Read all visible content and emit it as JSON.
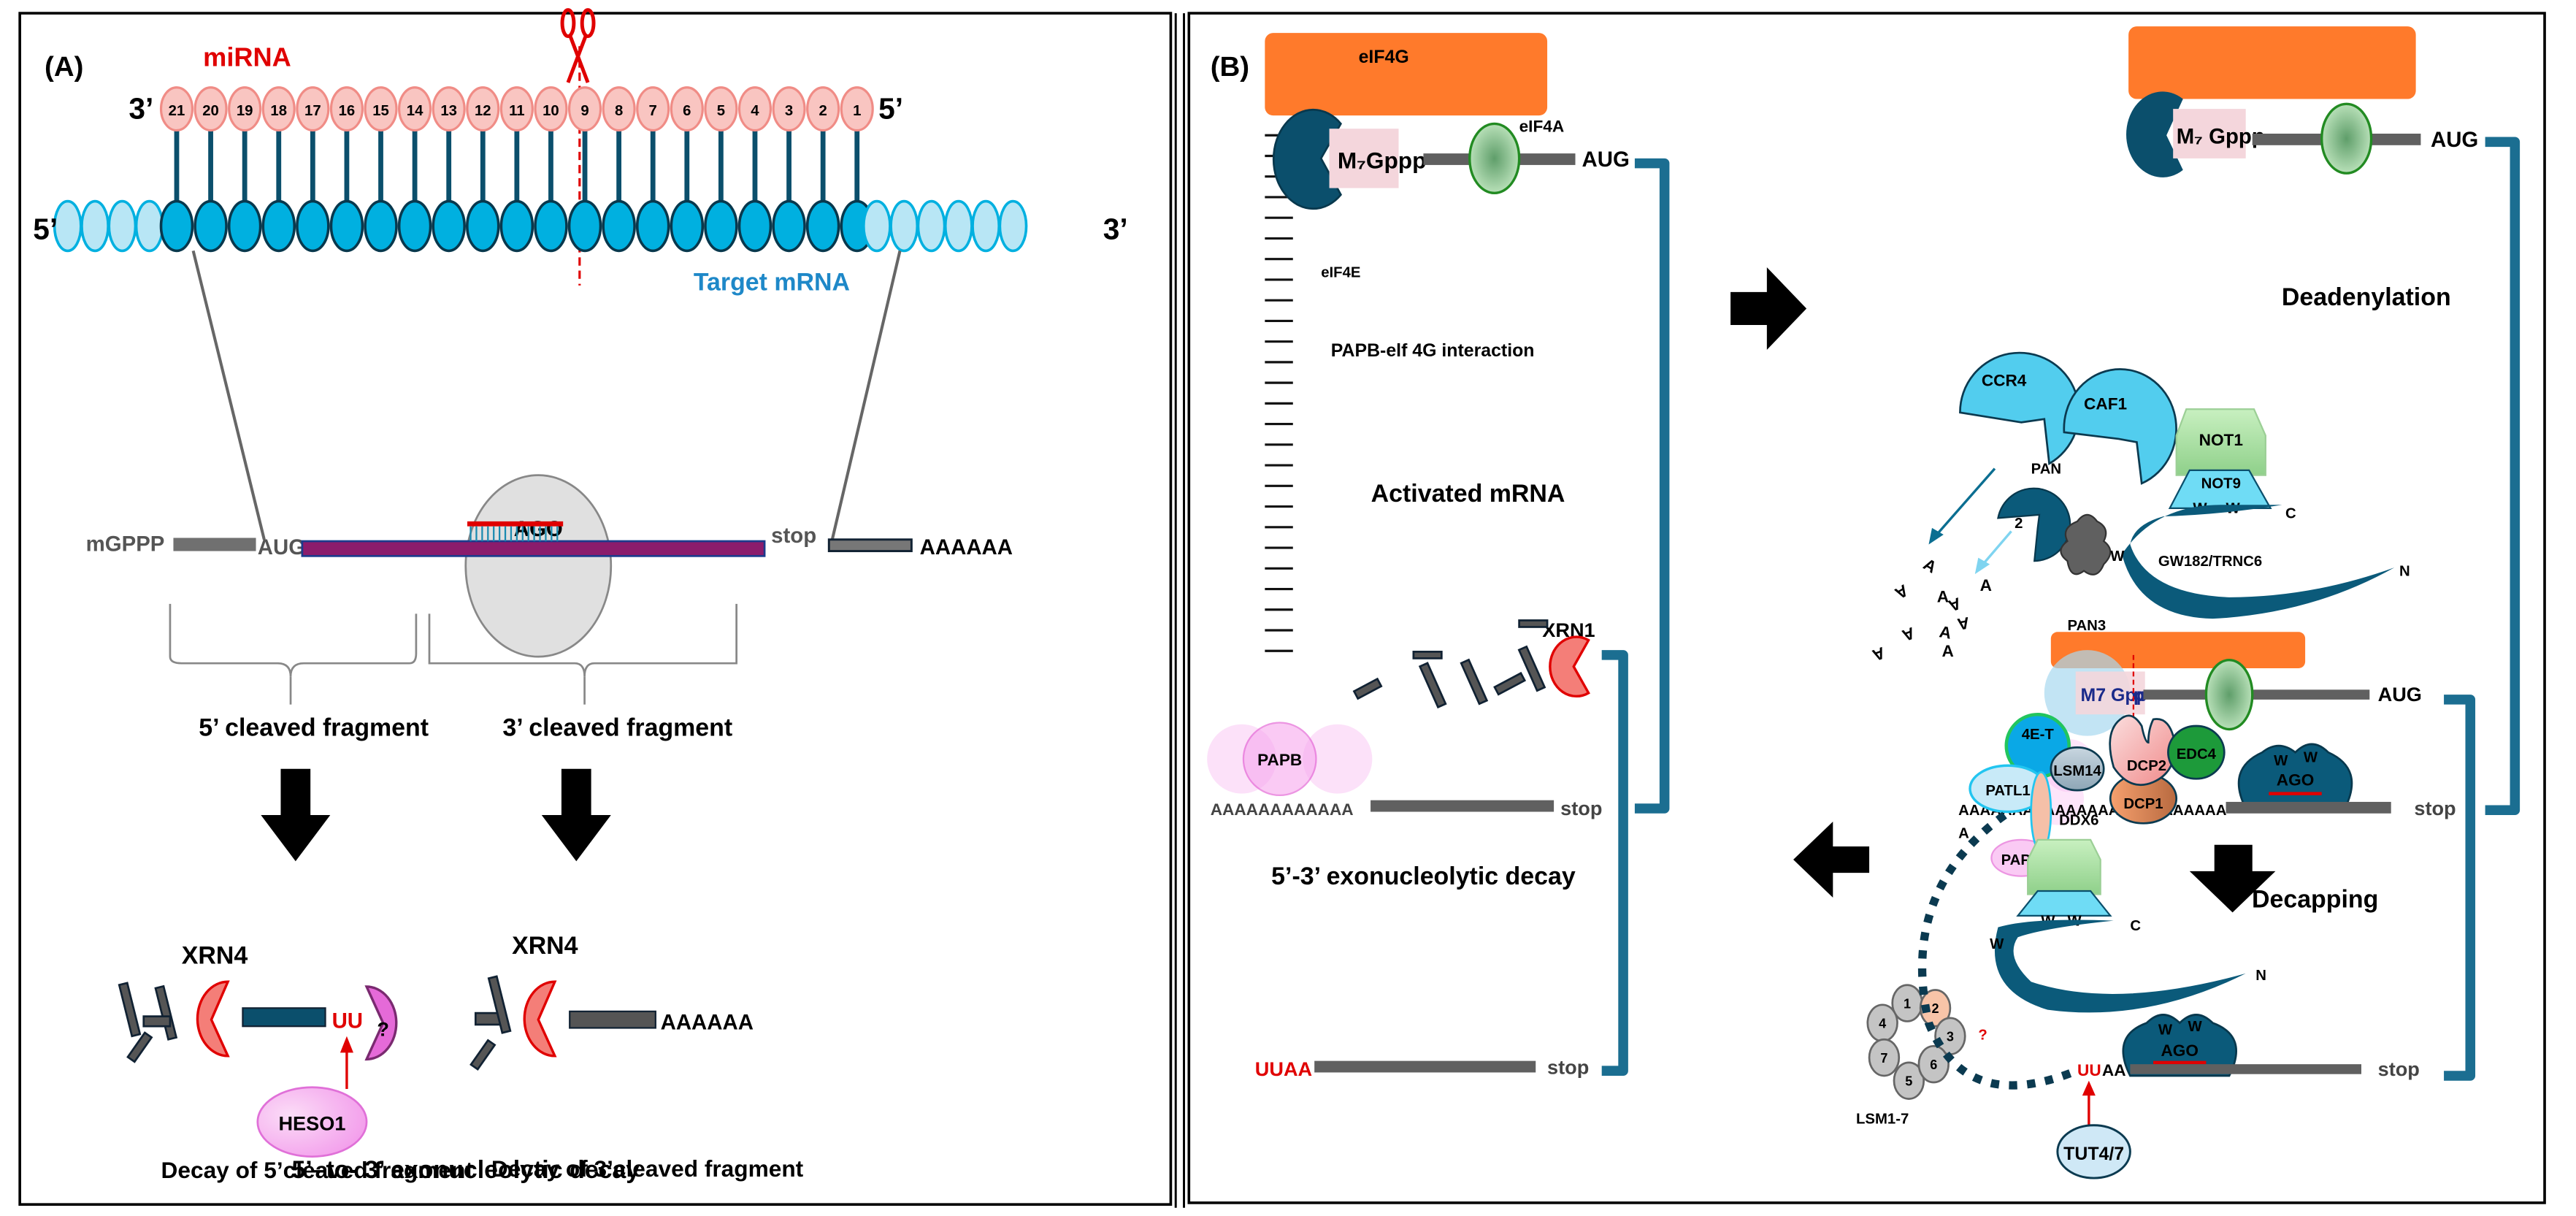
{
  "panelA": {
    "label": "(A)",
    "mirna_label": "miRNA",
    "mirna_3prime": "3’",
    "mirna_5prime": "5’",
    "mirna_positions": [
      "21",
      "20",
      "19",
      "18",
      "17",
      "16",
      "15",
      "14",
      "13",
      "12",
      "11",
      "10",
      "9",
      "8",
      "7",
      "6",
      "5",
      "4",
      "3",
      "2",
      "1"
    ],
    "target_5prime": "5’",
    "target_3prime": "3’",
    "target_label": "Target mRNA",
    "ago_label": "AGO",
    "cap_label": "mGPPP",
    "aug_label": "AUG",
    "stop_label": "stop",
    "polya_label": "AAAAAA",
    "fragment5_label": "5’ cleaved fragment",
    "fragment3_label": "3’ cleaved fragment",
    "xrn4_left": "XRN4",
    "xrn4_right": "XRN4",
    "uu_label": "UU",
    "unknown_label": "?",
    "heso1_label": "HESO1",
    "polya_right": "AAAAAA",
    "decay5_label": "Decay of 5’cleaved fragment",
    "decay3_label": "Decay of 3’cleaved fragment",
    "footer": "5’–to- 3’ exonucleolytic decay"
  },
  "panelB": {
    "label": "(B)",
    "activated": {
      "eif4g": "eIF4G",
      "eif4a": "eIF4A",
      "eif4e": "eIF4E",
      "cap": "M₇Gppp",
      "aug": "AUG",
      "interaction": "PAPB-elf 4G interaction",
      "title": "Activated mRNA",
      "papb": "PAPB",
      "polya": "AAAAAAAAAAAA",
      "stop": "stop"
    },
    "deadenylation": {
      "cap": "M₇ Gppp",
      "aug": "AUG",
      "ccr4": "CCR4",
      "caf1": "CAF1",
      "not1": "NOT1",
      "not9": "NOT9",
      "pan": "PAN",
      "pan2": "2",
      "pan3": "PAN3",
      "w": "W",
      "c_term": "C",
      "n_term": "N",
      "gw182": "GW182/TRNC6",
      "ago": "AGO",
      "title": "Deadenylation",
      "polya": "AAAAAAAAAAAAAAAAAAAAAAAAA",
      "released_a": [
        "A",
        "A",
        "A",
        "A",
        "A",
        "A",
        "A",
        "A",
        "A",
        "A"
      ],
      "extra_a": "A",
      "papb": "PAPB",
      "stop": "stop"
    },
    "decapping": {
      "cap": "M7 Gpp",
      "cap_p": "p",
      "aug": "AUG",
      "fourET": "4E-T",
      "lsm14": "LSM14",
      "dcp2": "DCP2",
      "edc4": "EDC4",
      "dcp1": "DCP1",
      "patl1": "PATL1",
      "ddx6": "DDX6",
      "title": "Decapping",
      "w": "W",
      "c_term": "C",
      "n_term": "N",
      "ago": "AGO",
      "lsm_ring": [
        "1",
        "2",
        "3",
        "4",
        "5",
        "6",
        "7"
      ],
      "lsm_label": "LSM1-7",
      "unknown": "?",
      "uu": "UU",
      "aa": "AA",
      "stop": "stop",
      "tut": "TUT4/7"
    },
    "decay": {
      "xrn1": "XRN1",
      "title": "5’-3’ exonucleolytic decay",
      "uuaa": "UUAA",
      "stop": "stop"
    }
  },
  "colors": {
    "mirna_fill": "#f9c5c1",
    "mirna_stroke": "#f08c86",
    "target_dark": "#00b0e0",
    "target_light": "#b8e6f5",
    "navy": "#0b4f6c",
    "teal_bracket": "#1b6e91",
    "orange": "#ff7a2b",
    "red": "#e00000",
    "grey_bar": "#606060",
    "xrn_fill": "#f47e78",
    "pink": "#f7a8ee"
  }
}
